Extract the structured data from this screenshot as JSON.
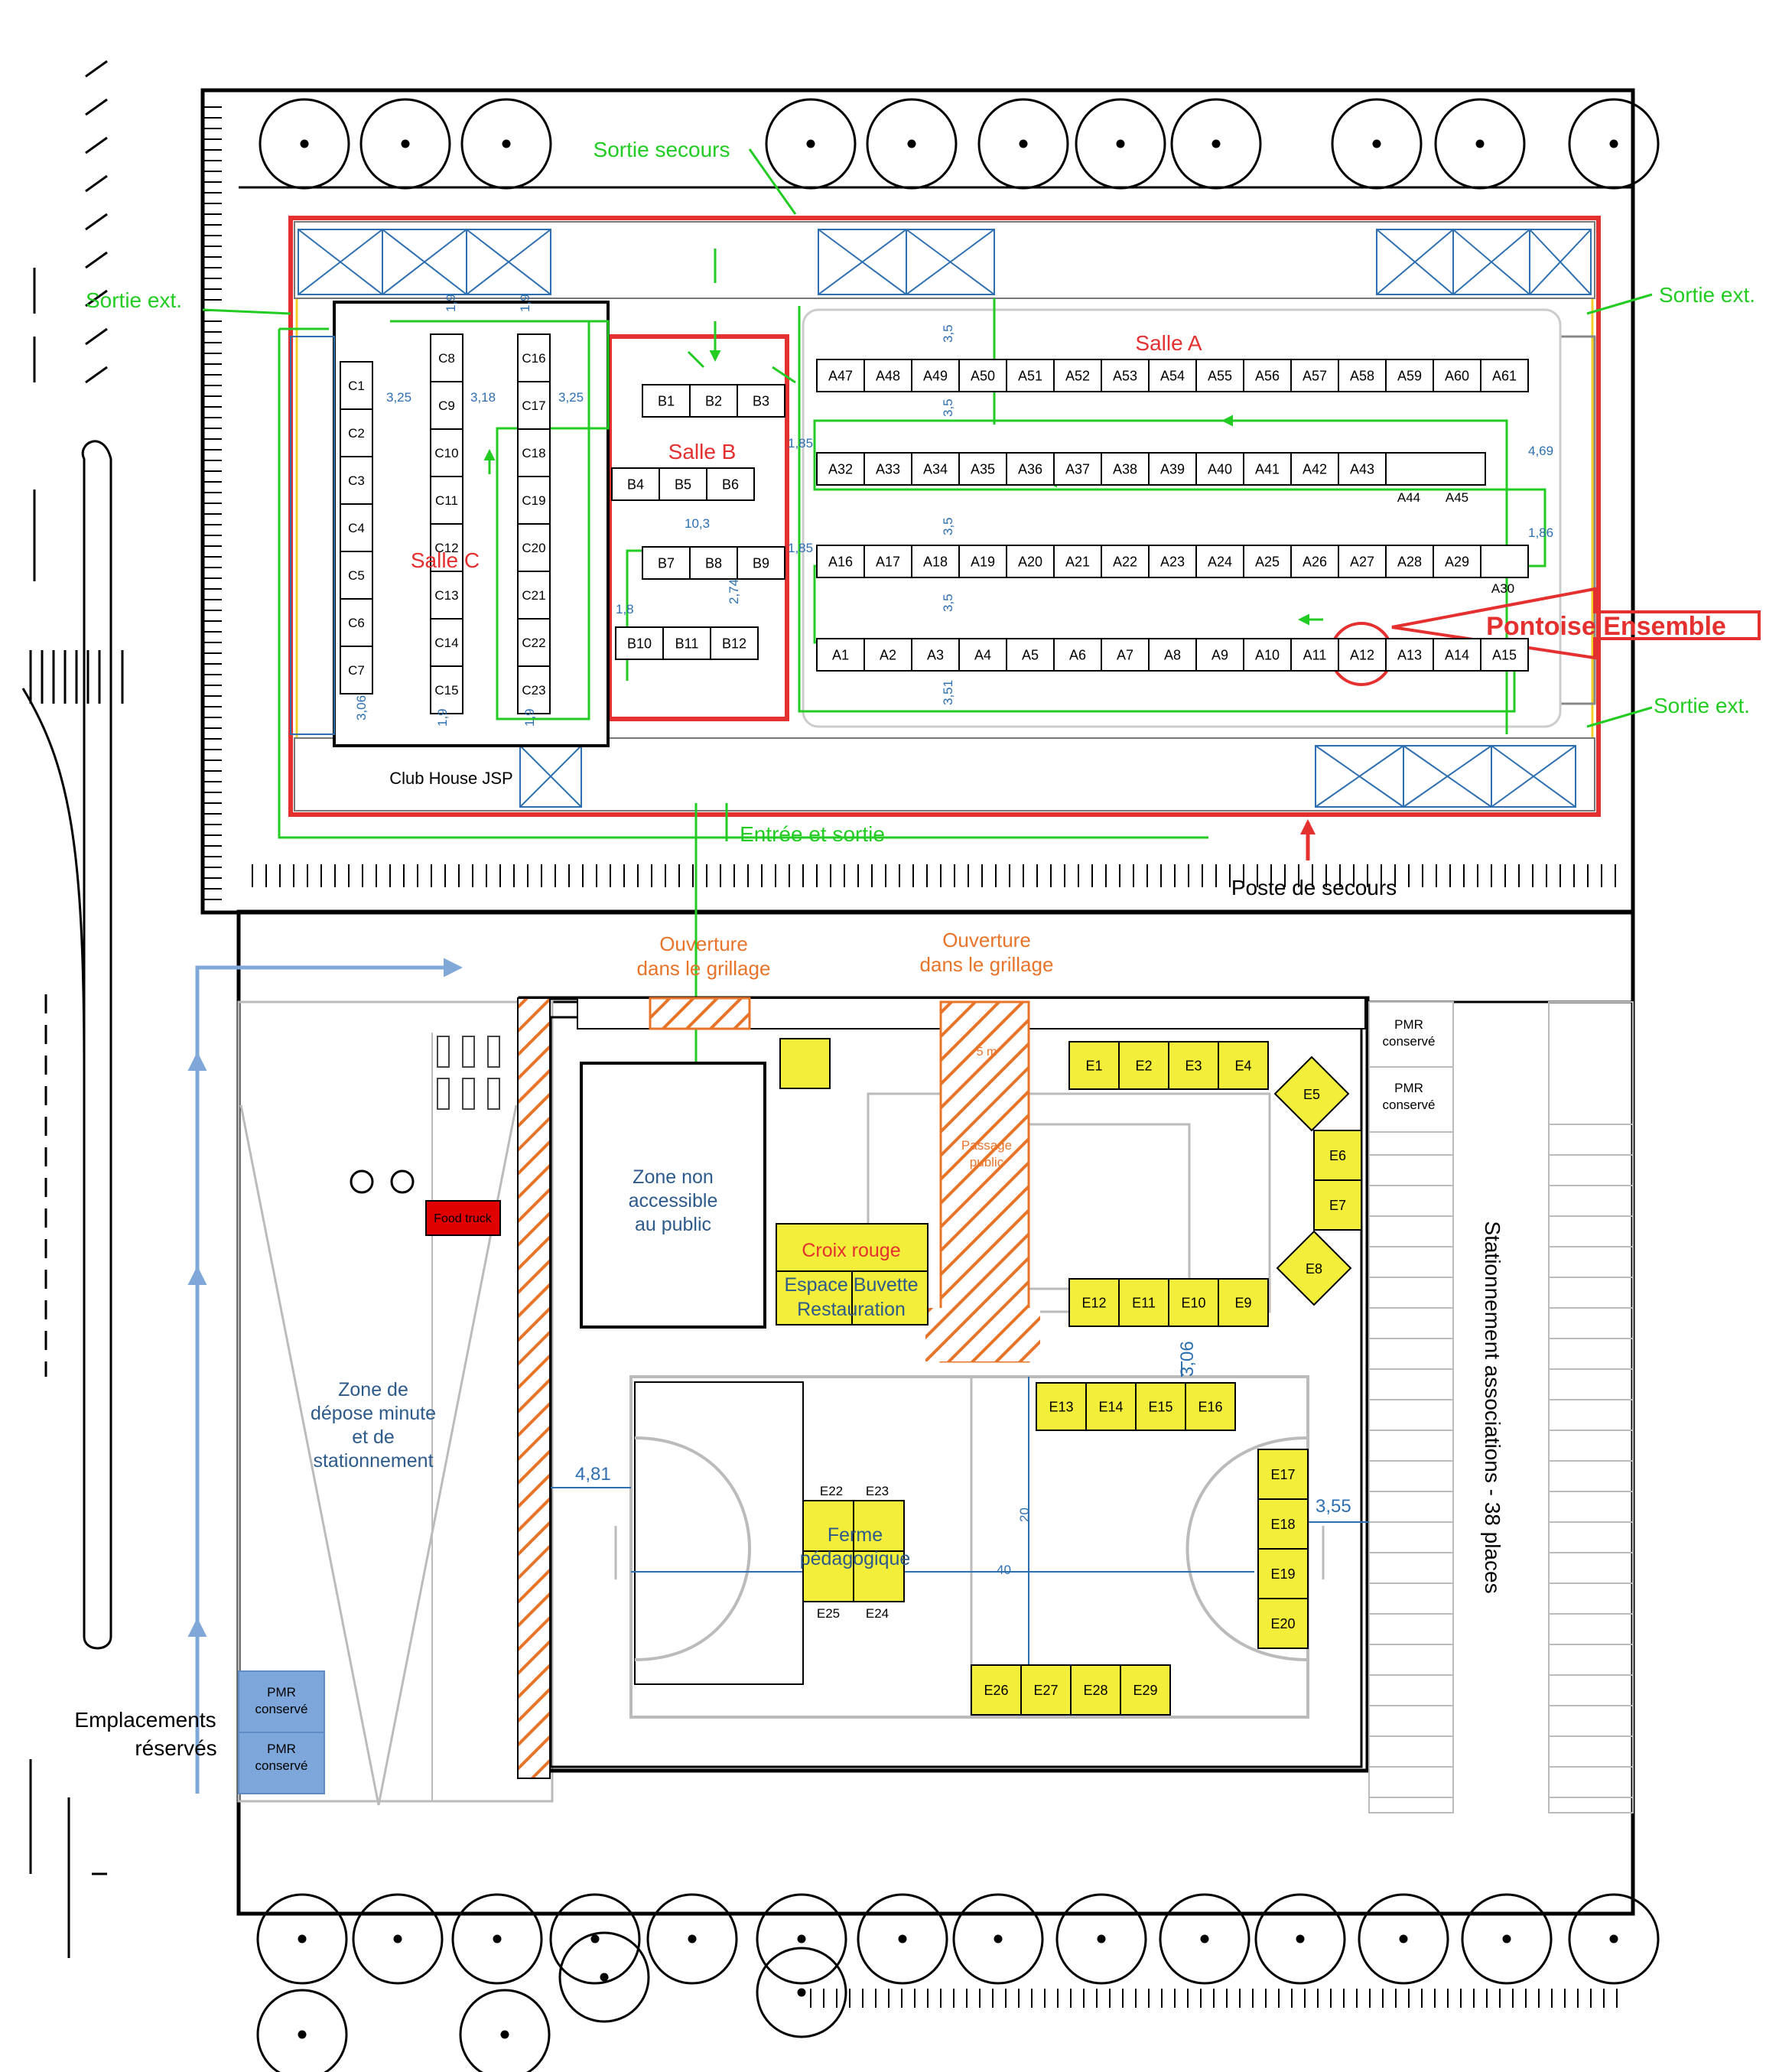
{
  "rooms": {
    "salle_a": "Salle A",
    "salle_b": "Salle B",
    "salle_c": "Salle C",
    "club_house": "Club House JSP"
  },
  "labels": {
    "sortie_secours": "Sortie secours",
    "sortie_ext": "Sortie ext.",
    "entree_sortie": "Entrée et sortie",
    "poste_secours": "Poste de secours",
    "pontoise": "Pontoise Ensemble",
    "ouverture": "Ouverture",
    "dans_grillage": "dans le  grillage",
    "passage_5m": "5 m",
    "passage_public_1": "Passage",
    "passage_public_2": "public",
    "zone_non_1": "Zone non",
    "zone_non_2": "accessible",
    "zone_non_3": "au public",
    "croix_rouge": "Croix rouge",
    "buvette_1": "Espace Buvette",
    "buvette_2": "Restauration",
    "food_truck": "Food truck",
    "depose_1": "Zone de",
    "depose_2": "dépose minute",
    "depose_3": "et de",
    "depose_4": "stationnement",
    "ferme_1": "Ferme",
    "ferme_2": "pédagogique",
    "stationnement": "Stationnement associations - 38 places",
    "emplacements_1": "Emplacements",
    "emplacements_2": "réservés",
    "pmr_1": "PMR",
    "pmr_2": "conservé"
  },
  "dims": {
    "d19a": "1,9",
    "d19b": "1,9",
    "d325a": "3,25",
    "d318": "3,18",
    "d325b": "3,25",
    "d306a": "3,06",
    "d19c": "1,9",
    "d19d": "1,9",
    "d103": "10,3",
    "d18": "1,8",
    "d274": "2,74",
    "d185a": "1,85",
    "d185b": "1,85",
    "d35a": "3,5",
    "d35b": "3,5",
    "d35c": "3,5",
    "d35d": "3,5",
    "d351": "3,51",
    "d469": "4,69",
    "d186": "1,86",
    "d306b": "3,06",
    "d481": "4,81",
    "d355": "3,55",
    "d20": "20",
    "d40": "40"
  },
  "colors": {
    "green": "#22cc22",
    "red": "#e53030",
    "yellow": "#f2ee3a",
    "blue": "#2d6fb0",
    "orange": "#e8742a",
    "lightblue": "#7fa8d8",
    "pmr": "#7da7db"
  },
  "stands": {
    "a_row1": [
      "A47",
      "A48",
      "A49",
      "A50",
      "A51",
      "A52",
      "A53",
      "A54",
      "A55",
      "A56",
      "A57",
      "A58",
      "A59",
      "A60",
      "A61"
    ],
    "a_row2": [
      "A32",
      "A33",
      "A34",
      "A35",
      "A36",
      "A37",
      "A38",
      "A39",
      "A40",
      "A41",
      "A42",
      "A43"
    ],
    "a_row2_extra": [
      "A44",
      "A45"
    ],
    "a_row3": [
      "A16",
      "A17",
      "A18",
      "A19",
      "A20",
      "A21",
      "A22",
      "A23",
      "A24",
      "A25",
      "A26",
      "A27",
      "A28",
      "A29"
    ],
    "a_row3_extra": "A30",
    "a_row4": [
      "A1",
      "A2",
      "A3",
      "A4",
      "A5",
      "A6",
      "A7",
      "A8",
      "A9",
      "A10",
      "A11",
      "A12",
      "A13",
      "A14",
      "A15"
    ],
    "b_row1": [
      "B1",
      "B2",
      "B3"
    ],
    "b_row2": [
      "B4",
      "B5",
      "B6"
    ],
    "b_row3": [
      "B7",
      "B8",
      "B9"
    ],
    "b_row4": [
      "B10",
      "B11",
      "B12"
    ],
    "c_col1": [
      "C1",
      "C2",
      "C3",
      "C4",
      "C5",
      "C6",
      "C7"
    ],
    "c_col2": [
      "C8",
      "C9",
      "C10",
      "C11",
      "C12",
      "C13",
      "C14",
      "C15"
    ],
    "c_col3": [
      "C16",
      "C17",
      "C18",
      "C19",
      "C20",
      "C21",
      "C22",
      "C23"
    ],
    "e_top": [
      "E1",
      "E2",
      "E3",
      "E4"
    ],
    "e_diamond_1": "E5",
    "e_side": [
      "E6",
      "E7"
    ],
    "e_diamond_2": "E8",
    "e_mid": [
      "E12",
      "E11",
      "E10",
      "E9"
    ],
    "e_row2": [
      "E13",
      "E14",
      "E15",
      "E16"
    ],
    "e_right": [
      "E17",
      "E18",
      "E19",
      "E20"
    ],
    "e_bottom": [
      "E26",
      "E27",
      "E28",
      "E29"
    ],
    "e_ferme": [
      "E22",
      "E23",
      "E25",
      "E24"
    ]
  }
}
